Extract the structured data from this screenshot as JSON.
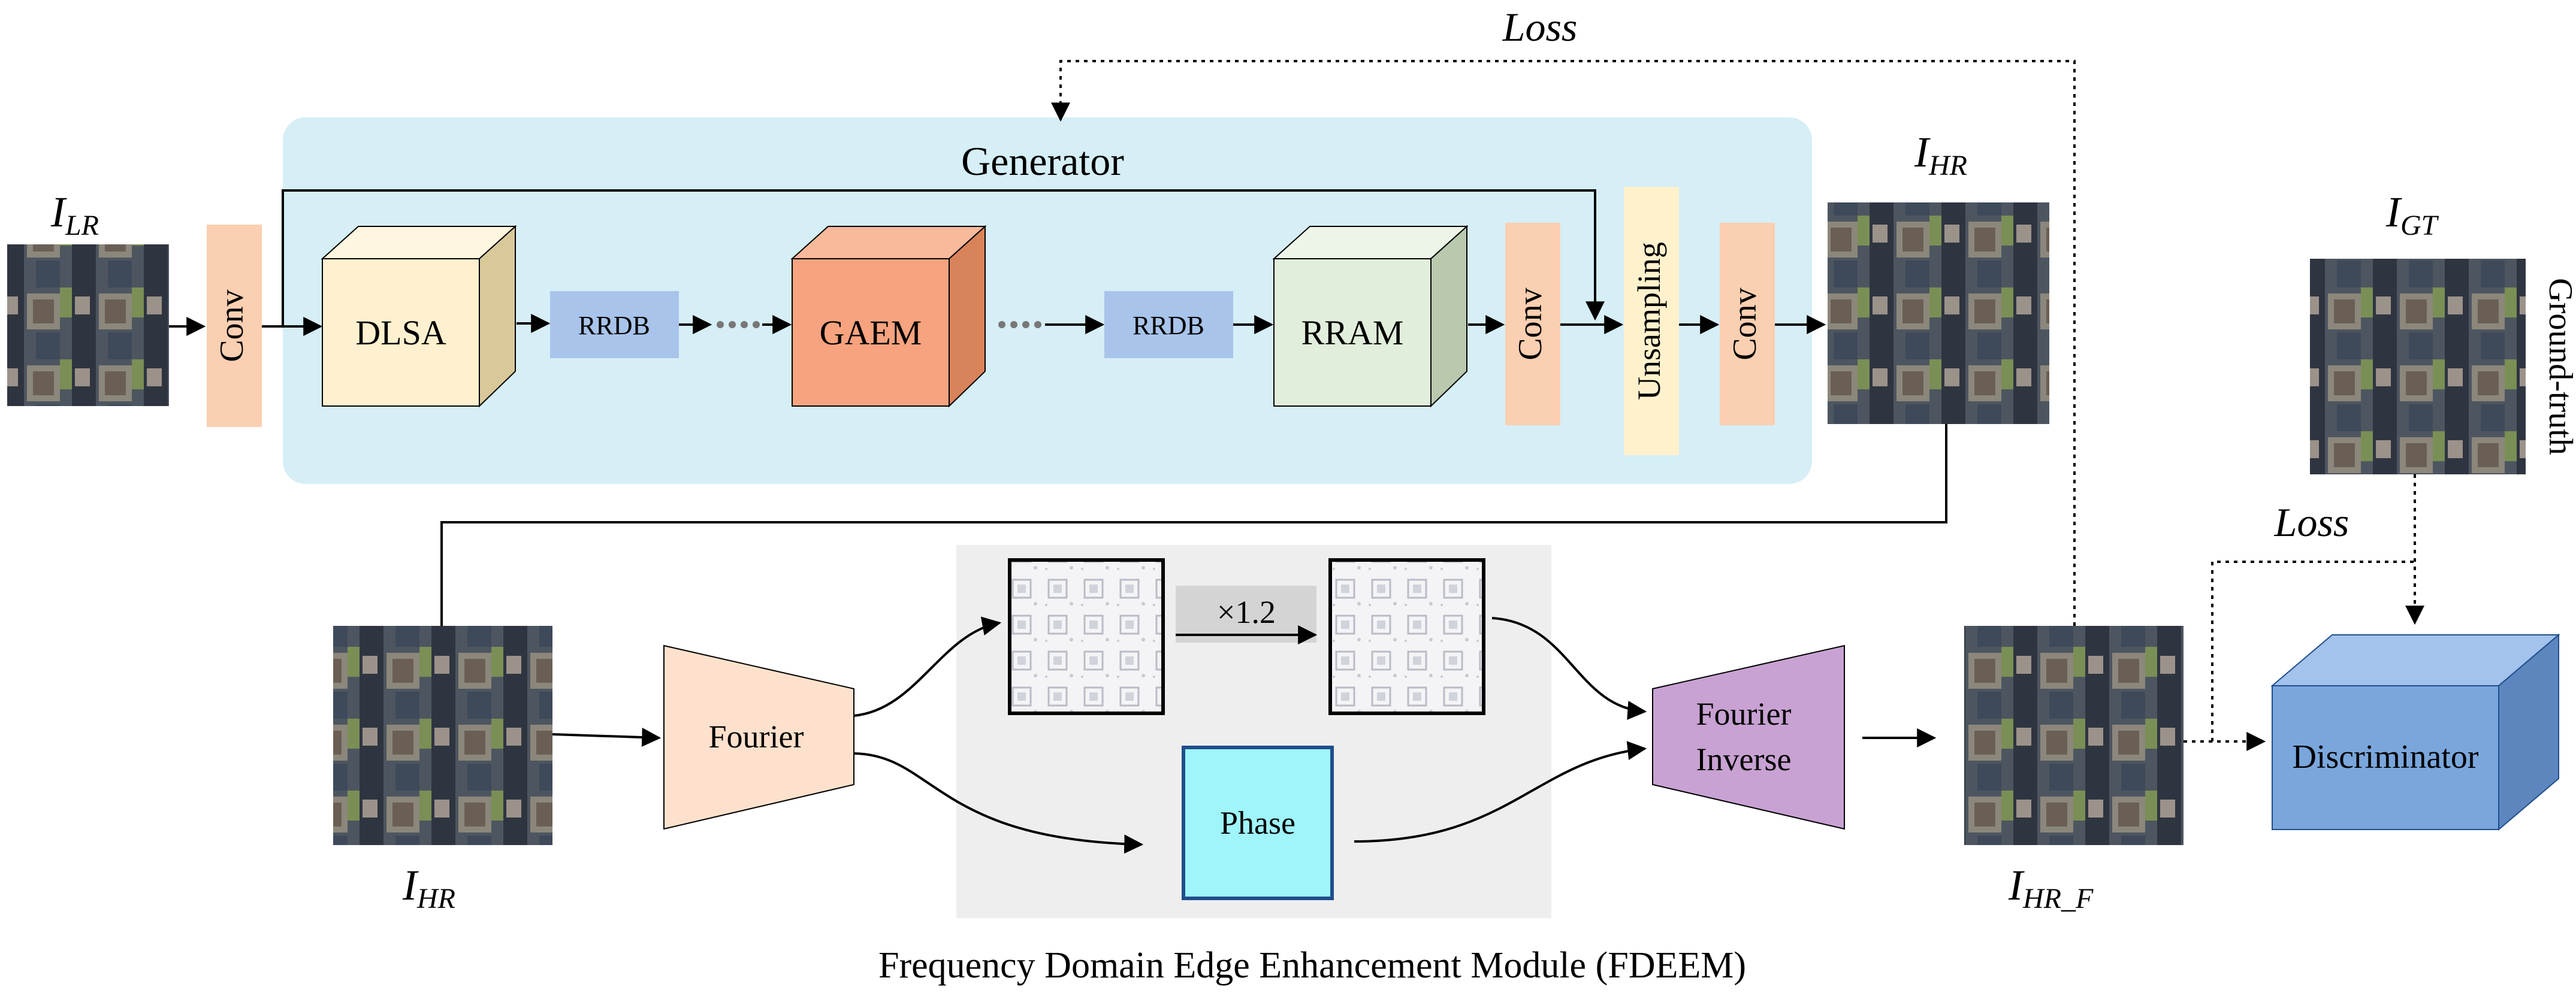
{
  "labels": {
    "loss_top": "Loss",
    "loss_right": "Loss",
    "generator": "Generator",
    "ilr_main": "I",
    "ilr_sub": "LR",
    "ihr_top_main": "I",
    "ihr_top_sub": "HR",
    "ihr_bottom_main": "I",
    "ihr_bottom_sub": "HR",
    "ihrf_main": "I",
    "ihrf_sub": "HR_F",
    "igt_main": "I",
    "igt_sub": "GT",
    "ground_truth": "Ground-truth",
    "fdeem_caption": "Frequency Domain Edge Enhancement Module (FDEEM)",
    "scale": "×1.2"
  },
  "blocks": {
    "conv1": "Conv",
    "dlsa": "DLSA",
    "rrdb1": "RRDB",
    "gaem": "GAEM",
    "rrdb2": "RRDB",
    "rram": "RRAM",
    "conv2": "Conv",
    "upsampling": "Unsampling",
    "conv3": "Conv",
    "fourier": "Fourier",
    "fourier_inverse_1": "Fourier",
    "fourier_inverse_2": "Inverse",
    "phase": "Phase",
    "discriminator": "Discriminator"
  },
  "colors": {
    "generator_bg": "#d6eef6",
    "conv": "#fbcfb1",
    "dlsa_front": "#fff1cf",
    "dlsa_side": "#d9c89a",
    "gaem_front": "#f7a37f",
    "gaem_side": "#d9835b",
    "rram_front": "#e1eedb",
    "rram_side": "#b8c9ae",
    "rrdb": "#a9c4ea",
    "upsampling": "#fff1cc",
    "fourier": "#fde1cc",
    "fourier_inverse": "#c8a2d2",
    "phase": "#9ff5fa",
    "discriminator_front": "#7aa6dc",
    "discriminator_side": "#5d86bf",
    "fdeem_bg": "#eeeeee"
  }
}
